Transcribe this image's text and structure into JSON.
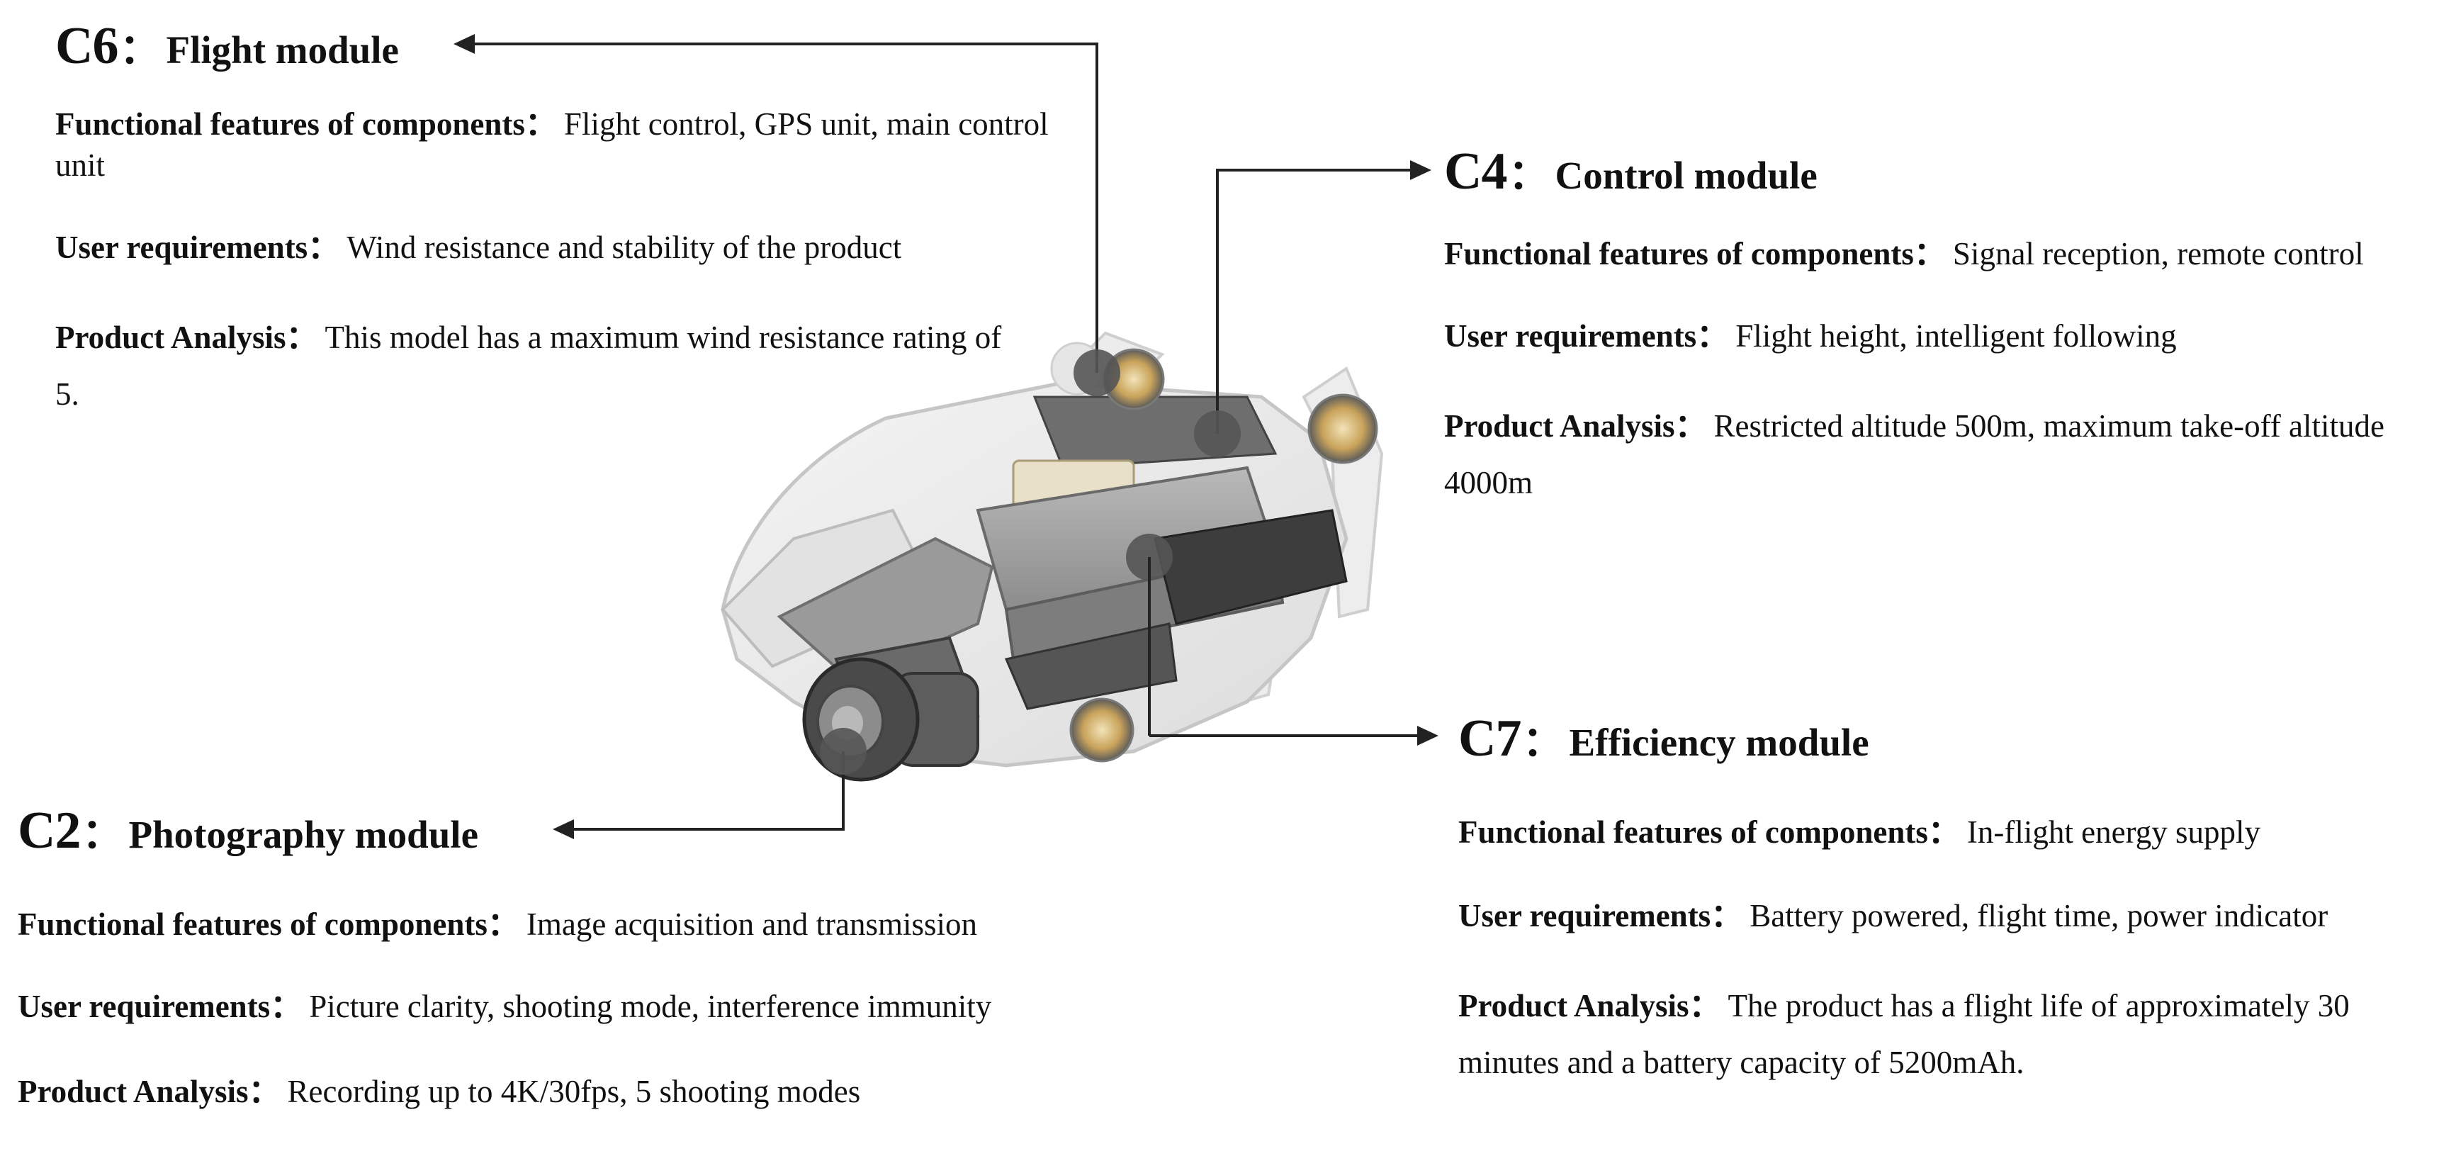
{
  "colors": {
    "text": "#111111",
    "leader": "#222222",
    "marker": "#555555"
  },
  "modules": [
    {
      "key": "c6",
      "code": "C6",
      "sep": "：",
      "name": "Flight module",
      "features_label": "Functional features of components",
      "features_sep": "：",
      "features": "Flight control, GPS unit, main control unit",
      "requirements_label": "User requirements",
      "requirements_sep": "：",
      "requirements": "Wind resistance and stability of the product",
      "analysis_label": "Product Analysis",
      "analysis_sep": "：",
      "analysis": "This model has a maximum wind resistance rating of 5."
    },
    {
      "key": "c4",
      "code": "C4",
      "sep": "：",
      "name": "Control module",
      "features_label": "Functional features of components",
      "features_sep": "：",
      "features": "Signal reception, remote control",
      "requirements_label": "User requirements",
      "requirements_sep": "：",
      "requirements": "Flight height, intelligent following",
      "analysis_label": "Product Analysis",
      "analysis_sep": "：",
      "analysis": "Restricted altitude 500m, maximum take-off altitude 4000m"
    },
    {
      "key": "c7",
      "code": "C7",
      "sep": "：",
      "name": "Efficiency module",
      "features_label": "Functional features of components",
      "features_sep": "：",
      "features": "In-flight energy supply",
      "requirements_label": "User requirements",
      "requirements_sep": "：",
      "requirements": "Battery powered, flight time, power indicator",
      "analysis_label": "Product Analysis",
      "analysis_sep": "：",
      "analysis": "The product has a flight life of approximately 30 minutes and a battery capacity of 5200mAh."
    },
    {
      "key": "c2",
      "code": "C2",
      "sep": "：",
      "name": "Photography module",
      "features_label": "Functional features of components",
      "features_sep": "：",
      "features": "Image acquisition and transmission",
      "requirements_label": "User requirements",
      "requirements_sep": "：",
      "requirements": "Picture clarity, shooting mode, interference immunity",
      "analysis_label": "Product Analysis",
      "analysis_sep": "：",
      "analysis": "Recording up to 4K/30fps, 5 shooting modes"
    }
  ]
}
